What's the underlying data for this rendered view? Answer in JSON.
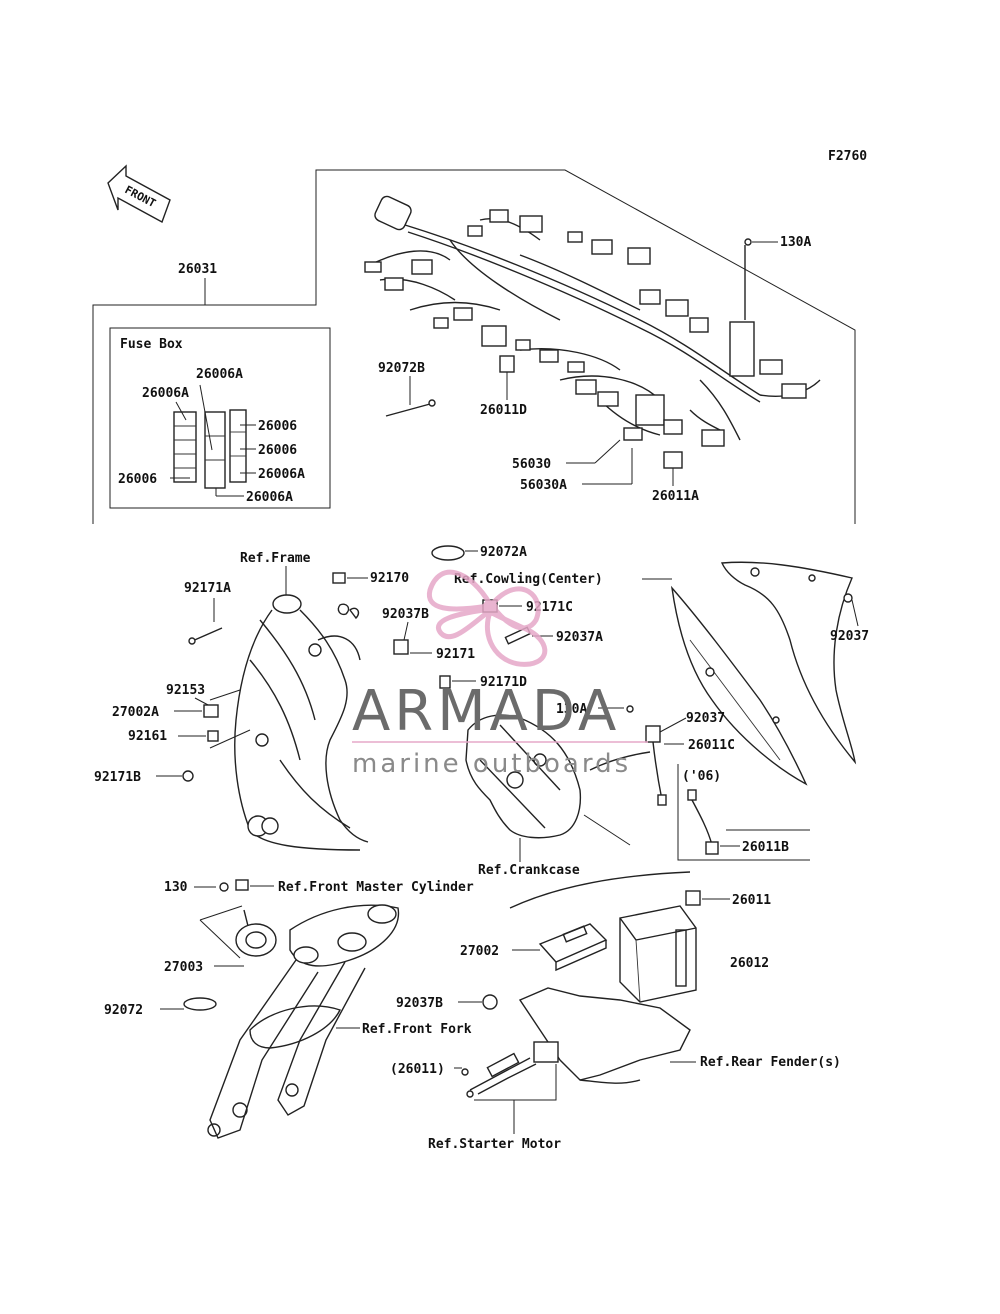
{
  "diagram": {
    "figure_code": "F2760",
    "front_label": "FRONT",
    "fuse_box_title": "Fuse Box",
    "callouts": {
      "c26031": "26031",
      "c130A_top": "130A",
      "c92072B": "92072B",
      "c26011D": "26011D",
      "c56030": "56030",
      "c56030A": "56030A",
      "c26011A": "26011A",
      "fb_26006A_top": "26006A",
      "fb_26006A_left": "26006A",
      "fb_26006_r1": "26006",
      "fb_26006_r2": "26006",
      "fb_26006A_r3": "26006A",
      "fb_26006_left": "26006",
      "fb_26006A_bottom": "26006A",
      "ref_frame": "Ref.Frame",
      "c92072A": "92072A",
      "c92171A": "92171A",
      "c92170": "92170",
      "ref_cowling": "Ref.Cowling(Center)",
      "c92037B_top": "92037B",
      "c92171C": "92171C",
      "c92037A": "92037A",
      "c92037_right": "92037",
      "c92171": "92171",
      "c92171D": "92171D",
      "c92153": "92153",
      "c27002A": "27002A",
      "c92161": "92161",
      "c92171B": "92171B",
      "c130A_mid": "130A",
      "c92037_mid": "92037",
      "c26011C": "26011C",
      "year_06": "('06)",
      "c26011B": "26011B",
      "ref_crankcase": "Ref.Crankcase",
      "c130": "130",
      "ref_front_master": "Ref.Front Master Cylinder",
      "c26011": "26011",
      "c27002": "27002",
      "c26012": "26012",
      "c27003": "27003",
      "c92072": "92072",
      "c92037B_low": "92037B",
      "ref_front_fork": "Ref.Front Fork",
      "c26011_paren": "(26011)",
      "ref_rear_fender": "Ref.Rear Fender(s)",
      "ref_starter_motor": "Ref.Starter Motor"
    }
  },
  "watermark": {
    "brand": "ARMADA",
    "tagline": "marine outboards",
    "logo": "propeller-logo",
    "color": "#e6a8c8"
  }
}
